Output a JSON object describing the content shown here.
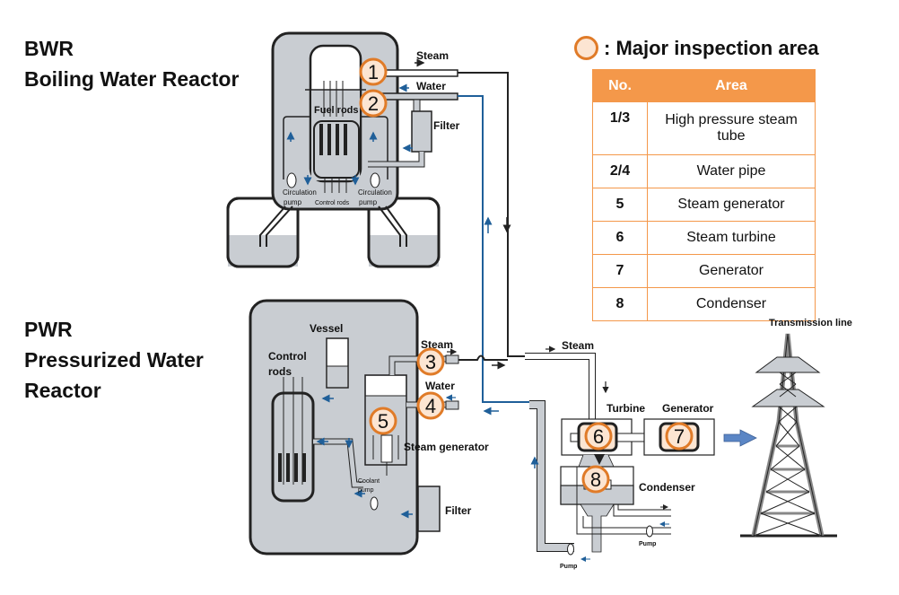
{
  "titles": {
    "bwr_abbr": "BWR",
    "bwr_full": "Boiling Water Reactor",
    "pwr_abbr": "PWR",
    "pwr_line1": "Pressurized Water",
    "pwr_line2": "Reactor"
  },
  "legend": {
    "text": ": Major inspection area",
    "marker_color": "#e07b28",
    "marker_fill": "#fce5d2"
  },
  "table": {
    "headers": [
      "No.",
      "Area"
    ],
    "rows": [
      {
        "no": "1/3",
        "area": "High pressure steam tube"
      },
      {
        "no": "2/4",
        "area": "Water pipe"
      },
      {
        "no": "5",
        "area": "Steam generator"
      },
      {
        "no": "6",
        "area": "Steam turbine"
      },
      {
        "no": "7",
        "area": "Generator"
      },
      {
        "no": "8",
        "area": "Condenser"
      }
    ],
    "header_color": "#f4984a"
  },
  "labels": {
    "bwr_steam": "Steam",
    "bwr_water": "Water",
    "bwr_fuel_rods": "Fuel rods",
    "bwr_filter": "Filter",
    "bwr_circ_pump_left_1": "Circulation",
    "bwr_circ_pump_left_2": "pump",
    "bwr_control_rods": "Control rods",
    "bwr_circ_pump_right_1": "Circulation",
    "bwr_circ_pump_right_2": "pump",
    "pwr_vessel": "Vessel",
    "pwr_control_rods_1": "Control",
    "pwr_control_rods_2": "rods",
    "pwr_steam": "Steam",
    "pwr_water": "Water",
    "pwr_steam_generator": "Steam generator",
    "pwr_coolant_pump_1": "Coolant",
    "pwr_coolant_pump_2": "pump",
    "pwr_filter": "Filter",
    "steam_main": "Steam",
    "turbine": "Turbine",
    "generator": "Generator",
    "condenser": "Condenser",
    "pump_1": "Pump",
    "pump_2": "Pump",
    "transmission_line": "Transmission line"
  },
  "markers": [
    "1",
    "2",
    "3",
    "4",
    "5",
    "6",
    "7",
    "8"
  ],
  "colors": {
    "vessel_gray": "#c9cdd2",
    "water_line": "#1f5f99",
    "steam_line": "#222222",
    "marker_orange": "#e07b28",
    "arrow_blue": "#5b86c5"
  }
}
